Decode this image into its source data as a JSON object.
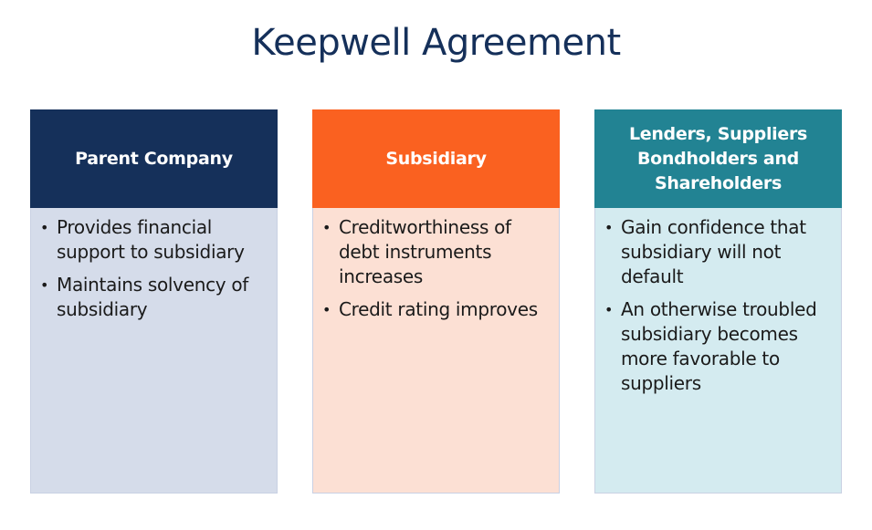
{
  "title": "Keepwell Agreement",
  "colors": {
    "title": "#15305a",
    "parent_header": "#15305a",
    "parent_body": "#d5dcea",
    "subsidiary_header": "#fa6120",
    "subsidiary_body": "#fce0d4",
    "stakeholders_header": "#228393",
    "stakeholders_body": "#d4ebf0"
  },
  "columns": [
    {
      "header": "Parent Company",
      "bullets": [
        "Provides financial support to subsidiary",
        "Maintains solvency of subsidiary"
      ]
    },
    {
      "header": "Subsidiary",
      "bullets": [
        "Creditworthiness of debt instruments increases",
        "Credit rating improves"
      ]
    },
    {
      "header": "Lenders, Suppliers Bondholders and Shareholders",
      "bullets": [
        "Gain confidence that subsidiary will not default",
        "An otherwise troubled subsidiary becomes more favorable to suppliers"
      ]
    }
  ]
}
